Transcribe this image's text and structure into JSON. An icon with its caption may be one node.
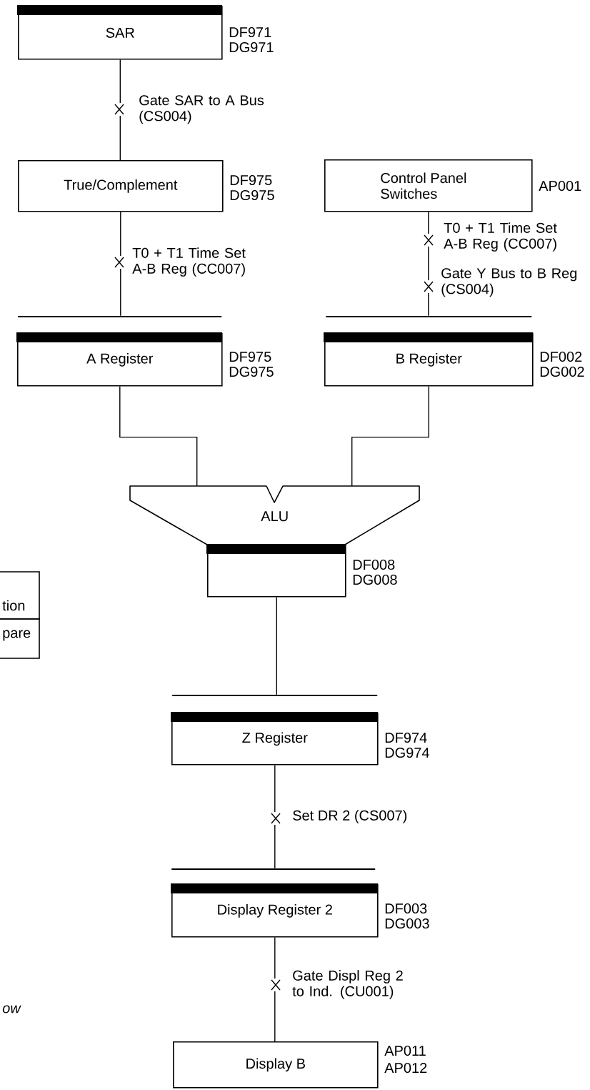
{
  "diagram": {
    "nodes": [
      {
        "text": [
          "SAR"
        ],
        "beside": [
          "DF971",
          "DG971"
        ]
      },
      {
        "text": [
          "True/Complement"
        ],
        "beside": [
          "DF975",
          "DG975"
        ]
      },
      {
        "text": [
          "Control Panel Switches"
        ],
        "beside": [
          "AP001"
        ]
      },
      {
        "text": [],
        "shape": "bar"
      },
      {
        "text": [],
        "shape": "bar"
      },
      {
        "text": [
          "A Register"
        ],
        "beside": [
          "DF975",
          "DG975"
        ]
      },
      {
        "text": [
          "B Register"
        ],
        "beside": [
          "DF002",
          "DG002"
        ]
      },
      {
        "text": [
          "ALU"
        ]
      },
      {
        "text": [],
        "shape": "box",
        "beside": [
          "DF008",
          "DG008"
        ]
      },
      {
        "text": [],
        "shape": "bar"
      },
      {
        "text": [
          "Z Register"
        ],
        "beside": [
          "DF974",
          "DG974"
        ]
      },
      {
        "text": [],
        "shape": "bar"
      },
      {
        "text": [
          "Display Register 2"
        ],
        "beside": [
          "DF003",
          "DG003"
        ]
      },
      {
        "text": [
          "Display B"
        ],
        "beside": [
          "AP011",
          "AP012"
        ]
      }
    ],
    "edges": [
      {
        "from": 0,
        "to": 1,
        "arrow": "none",
        "label": "Gate SAR to A Bus (CS004)"
      },
      {
        "from": 1,
        "to": 3,
        "arrow": "none",
        "label": "T0 + T1 Time Set A-B Reg (CC007)"
      },
      {
        "from": 2,
        "to": 4,
        "arrow": "none",
        "label": "T0 + T1 Time Set A-B Reg (CC007)"
      },
      {
        "from": 5,
        "to": 7,
        "arrow": "none"
      },
      {
        "from": 6,
        "to": 7,
        "arrow": "none"
      },
      {
        "from": 8,
        "to": 9,
        "arrow": "none"
      },
      {
        "from": 10,
        "to": 11,
        "arrow": "none",
        "label": "Set DR 2 (CS007)"
      },
      {
        "from": 12,
        "to": 13,
        "arrow": "none",
        "label": "Gate Displ Reg 2 to Ind. (CU001)"
      }
    ],
    "labels": [
      "Gate Y Bus to B Reg (CS004)",
      "tion",
      "pare",
      "ow"
    ]
  }
}
